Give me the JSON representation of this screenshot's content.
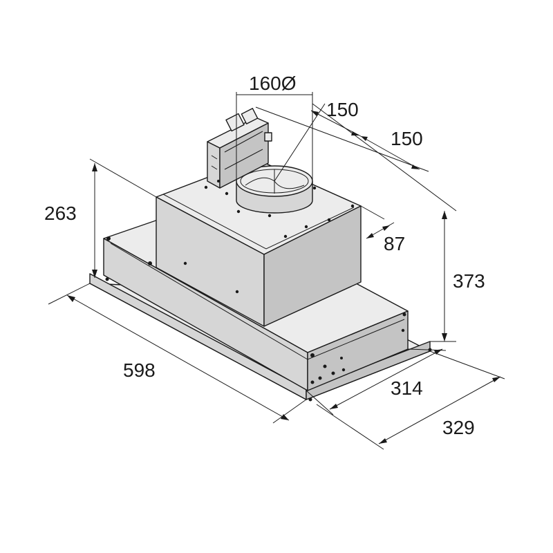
{
  "drawing": {
    "subject": "cooker hood insert dimension drawing",
    "dimensions": {
      "outlet_diameter": "160Ø",
      "outlet_offset_a": "150",
      "outlet_offset_b": "150",
      "outlet_offset_c": "87",
      "height_body": "263",
      "height_total": "373",
      "width": "598",
      "depth_body": "314",
      "depth_total": "329"
    },
    "colors": {
      "line": "#1a1a1a",
      "background": "#ffffff"
    }
  }
}
